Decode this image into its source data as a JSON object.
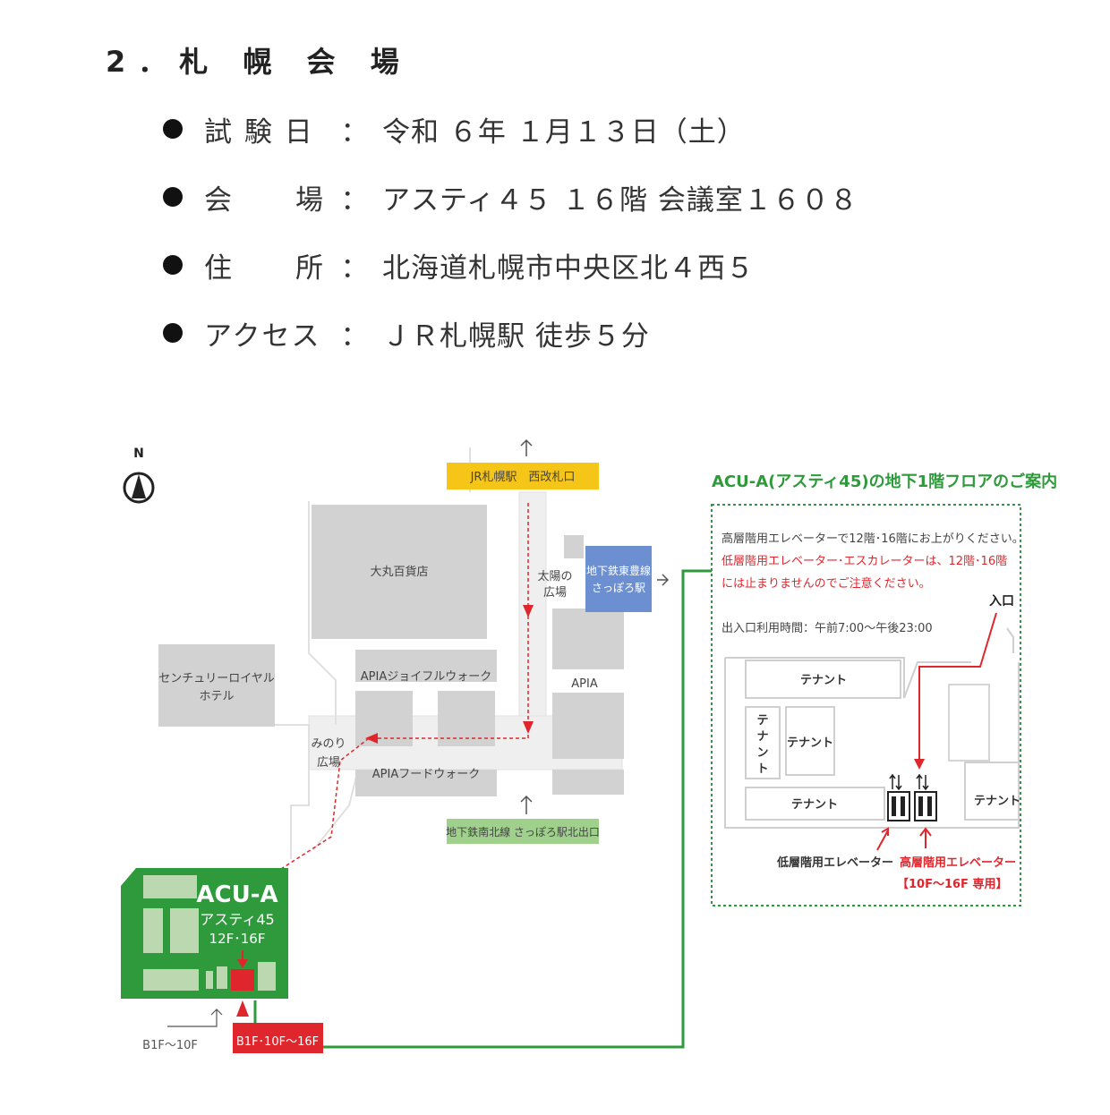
{
  "heading": "2．札 幌 会 場",
  "info": [
    {
      "label": "試 験 日",
      "value": "令和 ６年 １月１３日（土）"
    },
    {
      "label_chars": [
        "会",
        "場"
      ],
      "value": "アスティ４５ １６階 会議室１６０８"
    },
    {
      "label_chars": [
        "住",
        "所"
      ],
      "value": "北海道札幌市中央区北４西５"
    },
    {
      "label": "アクセス",
      "value": "ＪＲ札幌駅 徒歩５分"
    }
  ],
  "colon": "：",
  "map": {
    "north": "N",
    "jr_exit": "JR札幌駅　西改札口",
    "daimaru": "大丸百貨店",
    "taiyo_1": "太陽の",
    "taiyo_2": "広場",
    "toho_1": "地下鉄東豊線",
    "toho_2": "さっぽろ駅",
    "century_1": "センチュリーロイヤル",
    "century_2": "ホテル",
    "apia_joyful": "APIAジョイフルウォーク",
    "apia": "APIA",
    "minori_1": "みのり",
    "minori_2": "広場",
    "apia_food": "APIAフードウォーク",
    "namboku": "地下鉄南北線 さっぽろ駅北出口",
    "acua": "ACU-A",
    "asty": "アスティ45",
    "floors": "12F･16F",
    "b1f_low": "B1F～10F",
    "b1f_high": "B1F･10F～16F",
    "colors": {
      "green": "#2e9a3c",
      "red": "#e0262d",
      "gray": "#d2d2d2",
      "yellow": "#f5c518",
      "blue": "#6b8fd0",
      "lightgreen": "#9fd18c"
    }
  },
  "floor_guide": {
    "title": "ACU-A(アスティ45)の地下1階フロアのご案内",
    "note1": "高層階用エレベーターで12階･16階にお上がりください。",
    "note2": "低層階用エレベーター･エスカレーターは、12階･16階",
    "note3": "には止まりませんのでご注意ください。",
    "entrance": "入口",
    "hours": "出入口利用時間：午前7:00～午後23:00",
    "tenant": "テナント",
    "tenant_vertical": [
      "テ",
      "ナ",
      "ン",
      "ト"
    ],
    "low_elevator": "低層階用エレベーター",
    "high_elevator": "高層階用エレベーター",
    "high_elevator_note": "【10F～16F 専用】"
  }
}
